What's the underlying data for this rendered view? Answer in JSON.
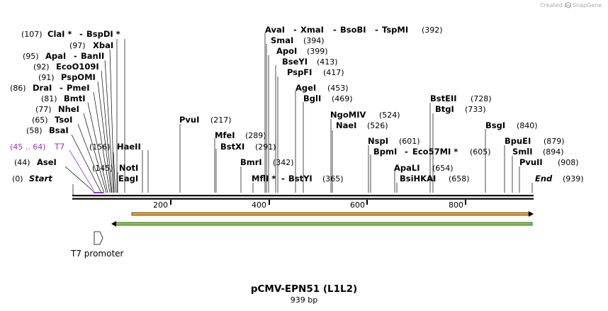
{
  "credit": {
    "created_by": "Created by",
    "brand": "SnapGene"
  },
  "title": "pCMV-EPN51 (L1L2)",
  "length": "939 bp",
  "ruler": {
    "ticks": [
      "200",
      "400",
      "600",
      "800"
    ]
  },
  "features": {
    "t7_promoter": "T7 promoter",
    "t7_site_label": "T7",
    "t7_site_range": "(45 .. 64)"
  },
  "sites": {
    "start": {
      "name": "Start",
      "pos": "(0)"
    },
    "end": {
      "name": "End",
      "pos": "(939)"
    },
    "asei": {
      "name": "AseI",
      "pos": "(44)"
    },
    "bsai": {
      "name": "BsaI",
      "pos": "(58)"
    },
    "tsoi": {
      "name": "TsoI",
      "pos": "(65)"
    },
    "nhei": {
      "name": "NheI",
      "pos": "(77)"
    },
    "bmti": {
      "name": "BmtI",
      "pos": "(81)"
    },
    "drai_pmei": {
      "name1": "DraI",
      "sep": "-",
      "name2": "PmeI",
      "pos": "(86)"
    },
    "pspomi": {
      "name": "PspOMI",
      "pos": "(91)"
    },
    "ecoo109i": {
      "name": "EcoO109I",
      "pos": "(92)"
    },
    "apai_banii": {
      "name1": "ApaI",
      "sep": "-",
      "name2": "BanII",
      "pos": "(95)"
    },
    "xbai": {
      "name": "XbaI",
      "pos": "(97)"
    },
    "clai_bspdi": {
      "name1": "ClaI *",
      "sep": "-",
      "name2": "BspDI *",
      "pos": "(107)"
    },
    "haeii": {
      "name": "HaeII",
      "pos": "(156)"
    },
    "noti": {
      "name": "NotI",
      "pos": "(145)"
    },
    "eagi": {
      "name": "EagI",
      "pos": ""
    },
    "pvui": {
      "name": "PvuI",
      "pos": "(217)"
    },
    "mfei": {
      "name": "MfeI",
      "pos": "(289)"
    },
    "bstxi": {
      "name": "BstXI",
      "pos": "(291)"
    },
    "bmri": {
      "name": "BmrI",
      "pos": "(342)"
    },
    "mfli_bstyi": {
      "name1": "MflI *",
      "sep": "-",
      "name2": "BstYI",
      "pos": "(365)"
    },
    "avai_group": {
      "name1": "AvaI",
      "name2": "XmaI",
      "name3": "BsoBI",
      "name4": "TspMI",
      "sep": "-",
      "pos": "(392)"
    },
    "smai": {
      "name": "SmaI",
      "pos": "(394)"
    },
    "apoi": {
      "name": "ApoI",
      "pos": "(399)"
    },
    "bseyi": {
      "name": "BseYI",
      "pos": "(413)"
    },
    "pspfi": {
      "name": "PspFI",
      "pos": "(417)"
    },
    "agei": {
      "name": "AgeI",
      "pos": "(453)"
    },
    "bgli": {
      "name": "BglI",
      "pos": "(469)"
    },
    "ngomiv": {
      "name": "NgoMIV",
      "pos": "(524)"
    },
    "naei": {
      "name": "NaeI",
      "pos": "(526)"
    },
    "nspi": {
      "name": "NspI",
      "pos": "(601)"
    },
    "bpmi_eco57mi": {
      "name1": "BpmI",
      "sep": "-",
      "name2": "Eco57MI *",
      "pos": "(605)"
    },
    "apali": {
      "name": "ApaLI",
      "pos": "(654)"
    },
    "bsihkai": {
      "name": "BsiHKAI",
      "pos": "(658)"
    },
    "bsteii": {
      "name": "BstEII",
      "pos": "(728)"
    },
    "btgi": {
      "name": "BtgI",
      "pos": "(733)"
    },
    "bsgi": {
      "name": "BsgI",
      "pos": "(840)"
    },
    "bpuei": {
      "name": "BpuEI",
      "pos": "(879)"
    },
    "smli": {
      "name": "SmlI",
      "pos": "(894)"
    },
    "pvuii": {
      "name": "PvuII",
      "pos": "(908)"
    }
  },
  "colors": {
    "orange_arrow": "#f0a030",
    "green_arrow": "#7fd040",
    "t7_site": "#9b30d9",
    "backbone": "#000000"
  }
}
